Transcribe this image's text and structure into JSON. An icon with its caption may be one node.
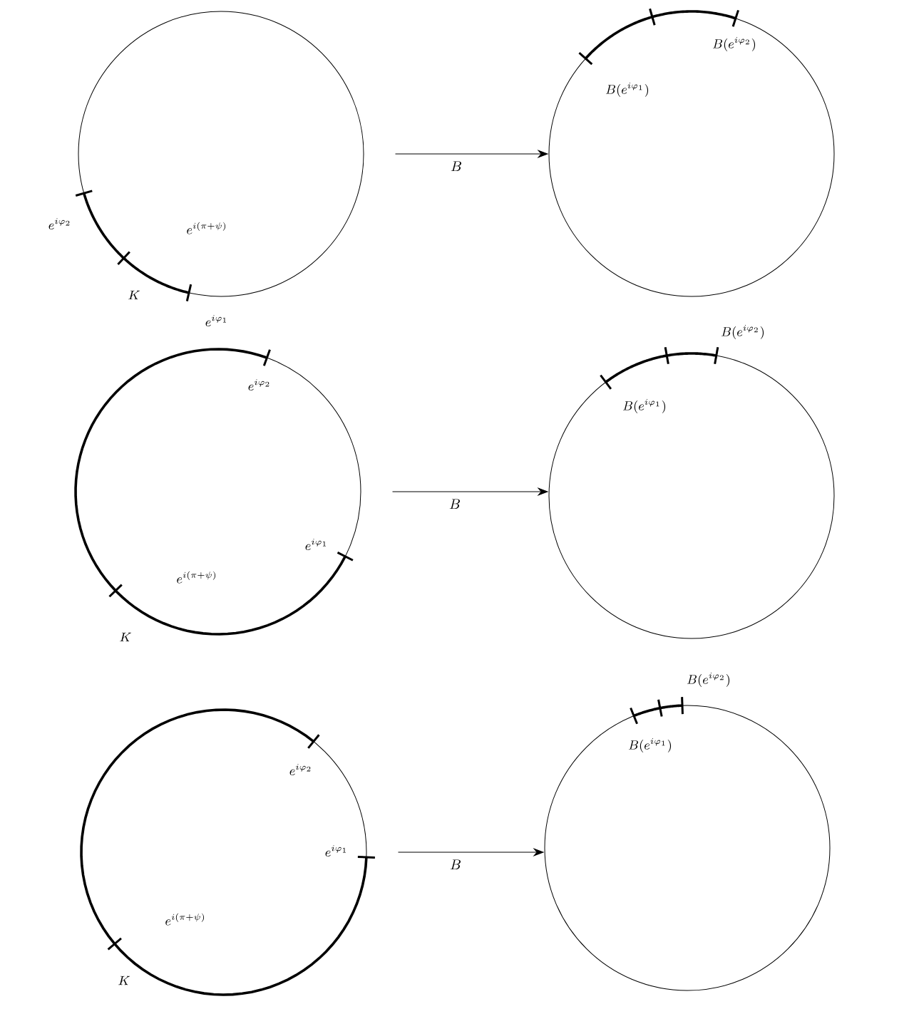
{
  "diagram": {
    "nodes": [
      {
        "text": [],
        "shape": "circle"
      },
      {
        "text": [],
        "shape": "circle"
      },
      {
        "text": [],
        "shape": "circle"
      },
      {
        "text": [],
        "shape": "circle"
      },
      {
        "text": [],
        "shape": "circle"
      },
      {
        "text": [],
        "shape": "circle"
      }
    ],
    "edges": [
      {
        "from": 0,
        "to": 1,
        "arrow": "to",
        "label": "B"
      },
      {
        "from": 2,
        "to": 3,
        "arrow": "to",
        "label": "B"
      },
      {
        "from": 4,
        "to": 5,
        "arrow": "to",
        "label": "B"
      }
    ],
    "labels": [
      "B(e^{i\\varphi_2})",
      "B(e^{i\\varphi_1})",
      "e^{i\\varphi_2}",
      "e^{i(\\pi+\\psi)}",
      "K",
      "e^{i\\varphi_1}",
      "B(e^{i\\varphi_2})",
      "e^{i\\varphi_2}",
      "B(e^{i\\varphi_1})",
      "e^{i\\varphi_1}",
      "e^{i(\\pi+\\psi)}",
      "K",
      "B(e^{i\\varphi_2})",
      "B(e^{i\\varphi_1})",
      "e^{i\\varphi_2}",
      "e^{i\\varphi_1}",
      "e^{i(\\pi+\\psi)}",
      "K"
    ]
  }
}
